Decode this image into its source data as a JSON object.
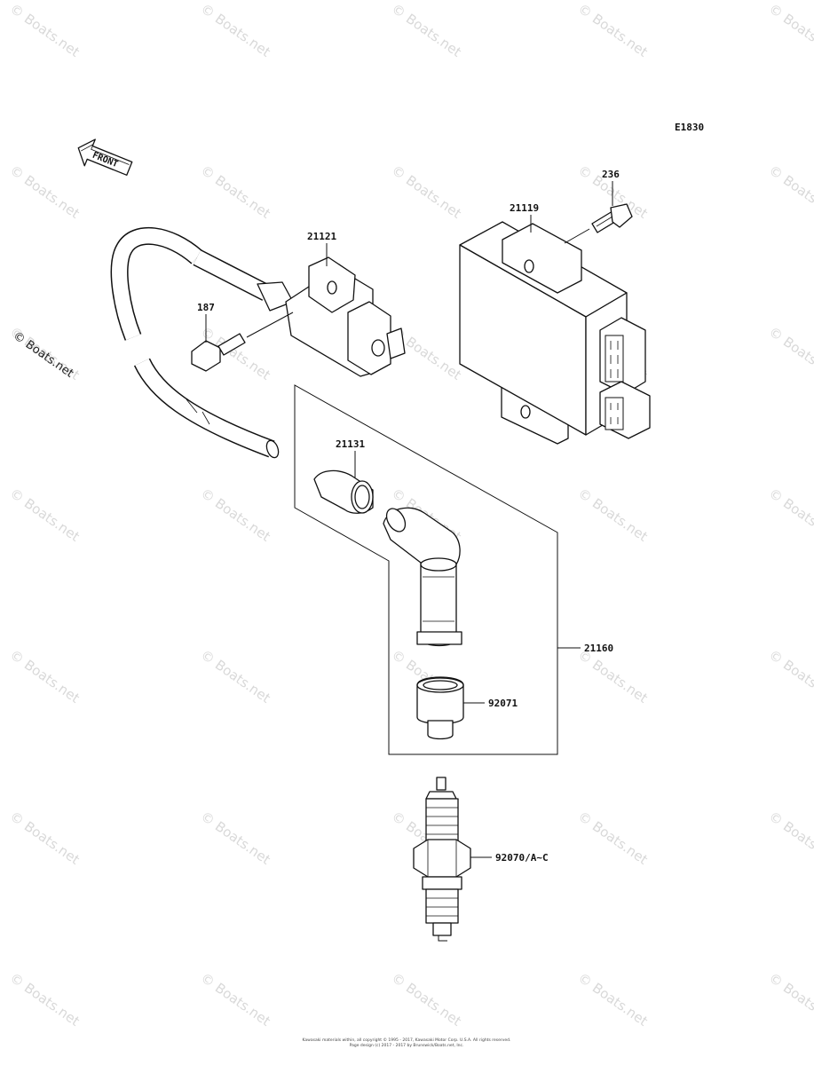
{
  "diagram_code": "E1830",
  "front_label": "FRONT",
  "parts": {
    "p236": "236",
    "p21119": "21119",
    "p21121": "21121",
    "p187": "187",
    "p21131": "21131",
    "p21160": "21160",
    "p92071": "92071",
    "p92070": "92070/A~C"
  },
  "watermark": "© Boats.net",
  "copyright_side": "© Boats.net",
  "footer": {
    "line1": "Kawasaki materials within, all copyright © 1995 - 2017, Kawasaki Motor Corp. U.S.A. All rights reserved.",
    "line2": "Page design (c) 2017 - 2017 by Brunswick/Boats.net, Inc."
  }
}
